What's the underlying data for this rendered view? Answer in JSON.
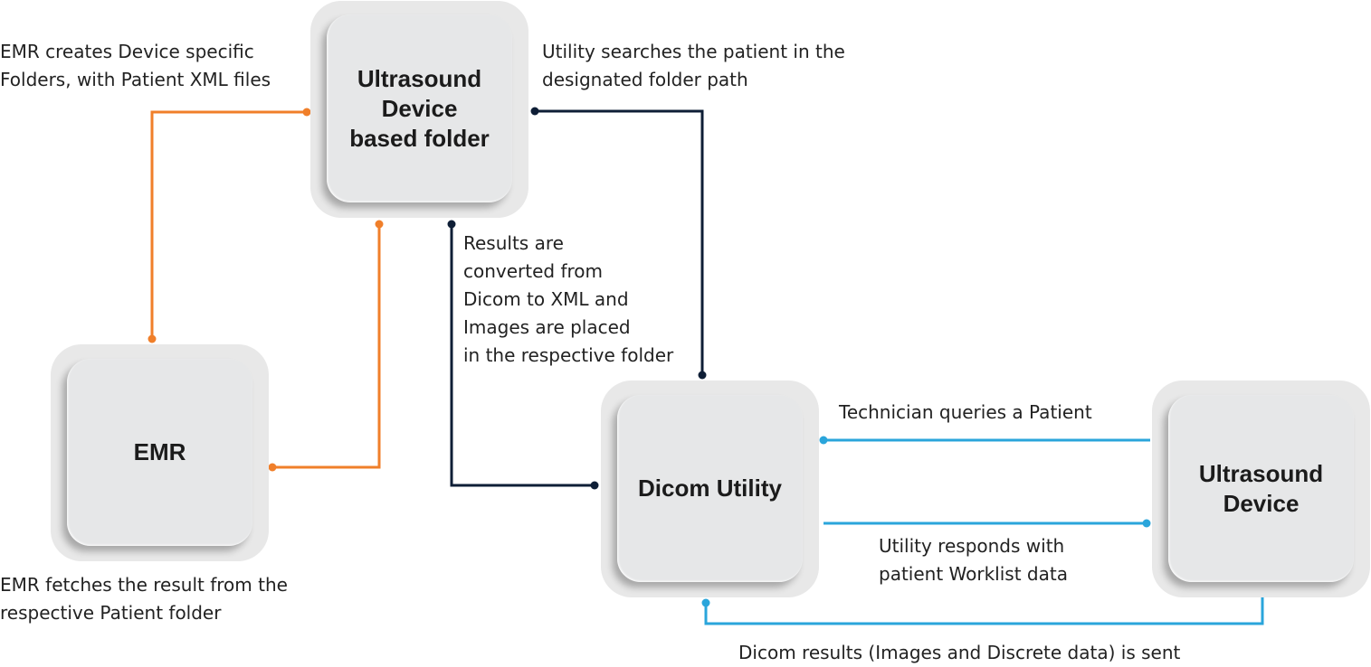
{
  "nodes": {
    "ultrasound_folder": {
      "label": "Ultrasound\nDevice\nbased folder"
    },
    "emr": {
      "label": "EMR"
    },
    "dicom_utility": {
      "label": "Dicom Utility"
    },
    "ultrasound_device": {
      "label": "Ultrasound\nDevice"
    }
  },
  "notes": {
    "emr_creates": "EMR creates Device specific\nFolders, with Patient XML files",
    "utility_searches": "Utility searches the patient in the\ndesignated folder path",
    "results_converted": "Results are\nconverted from\nDicom to XML and\nImages are placed\nin the respective folder",
    "technician_queries": "Technician queries a Patient",
    "utility_responds": "Utility responds with\npatient Worklist data",
    "emr_fetches": "EMR fetches the result from the\nrespective Patient folder",
    "dicom_results": "Dicom results (Images and Discrete data) is sent"
  },
  "colors": {
    "orange": "#f07f2a",
    "navy": "#0e1e36",
    "blue": "#2aa5db",
    "box_outer": "#e8e8e8",
    "box_inner": "#e6e7e8"
  }
}
